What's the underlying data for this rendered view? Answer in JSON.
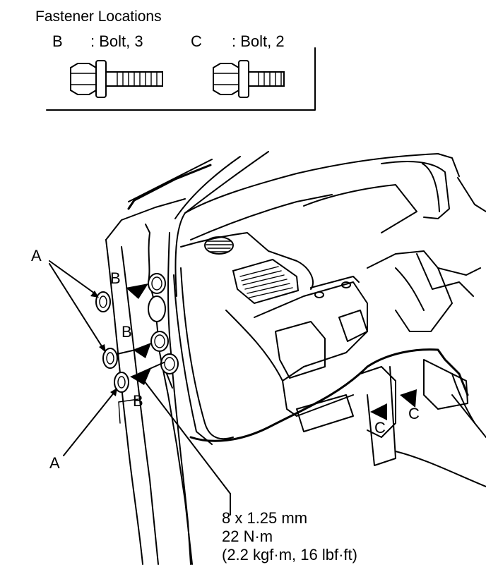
{
  "legend": {
    "title": "Fastener Locations",
    "b_letter": "B",
    "b_desc": ": Bolt, 3",
    "c_letter": "C",
    "c_desc": ": Bolt, 2"
  },
  "callouts": {
    "a_upper": "A",
    "a_lower": "A",
    "b_top": "B",
    "b_middle": "B",
    "b_bottom": "B",
    "c_lower": "C",
    "c_right": "C"
  },
  "torque_spec": {
    "size": "8 x 1.25 mm",
    "torque": "22 N·m",
    "alt_units": "(2.2 kgf·m, 16 lbf·ft)"
  },
  "icons": {
    "bolt_b": "flange-bolt-icon",
    "bolt_c": "flange-bolt-icon"
  }
}
